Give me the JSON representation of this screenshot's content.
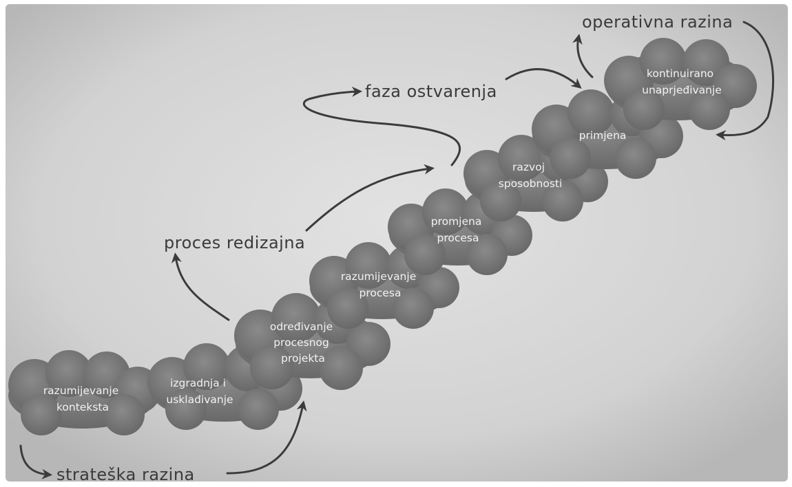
{
  "stages": [
    {
      "lines": [
        "razumijevanje",
        "konteksta"
      ]
    },
    {
      "lines": [
        "izgradnja i",
        "usklađivanje"
      ]
    },
    {
      "lines": [
        "određivanje",
        "procesnog",
        "projekta"
      ]
    },
    {
      "lines": [
        "razumijevanje",
        "procesa"
      ]
    },
    {
      "lines": [
        "promjena",
        "procesa"
      ]
    },
    {
      "lines": [
        "razvoj",
        "sposobnosti"
      ]
    },
    {
      "lines": [
        "primjena"
      ]
    },
    {
      "lines": [
        "kontinuirano",
        "unaprjeđivanje"
      ]
    }
  ],
  "levels": {
    "strategic": "strateška razina",
    "redesign": "proces redizajna",
    "realization": "faza ostvarenja",
    "operational": "operativna razina"
  },
  "colors": {
    "background_inner": "#dcdcdc",
    "background_outer": "#b9b9b9",
    "cloud_fill": "#6e6e6e",
    "cloud_highlight": "#8a8a8a",
    "text_on_cloud": "#f2f2f2",
    "arrow": "#3b3b3b",
    "level_text": "#3a3a3a"
  }
}
